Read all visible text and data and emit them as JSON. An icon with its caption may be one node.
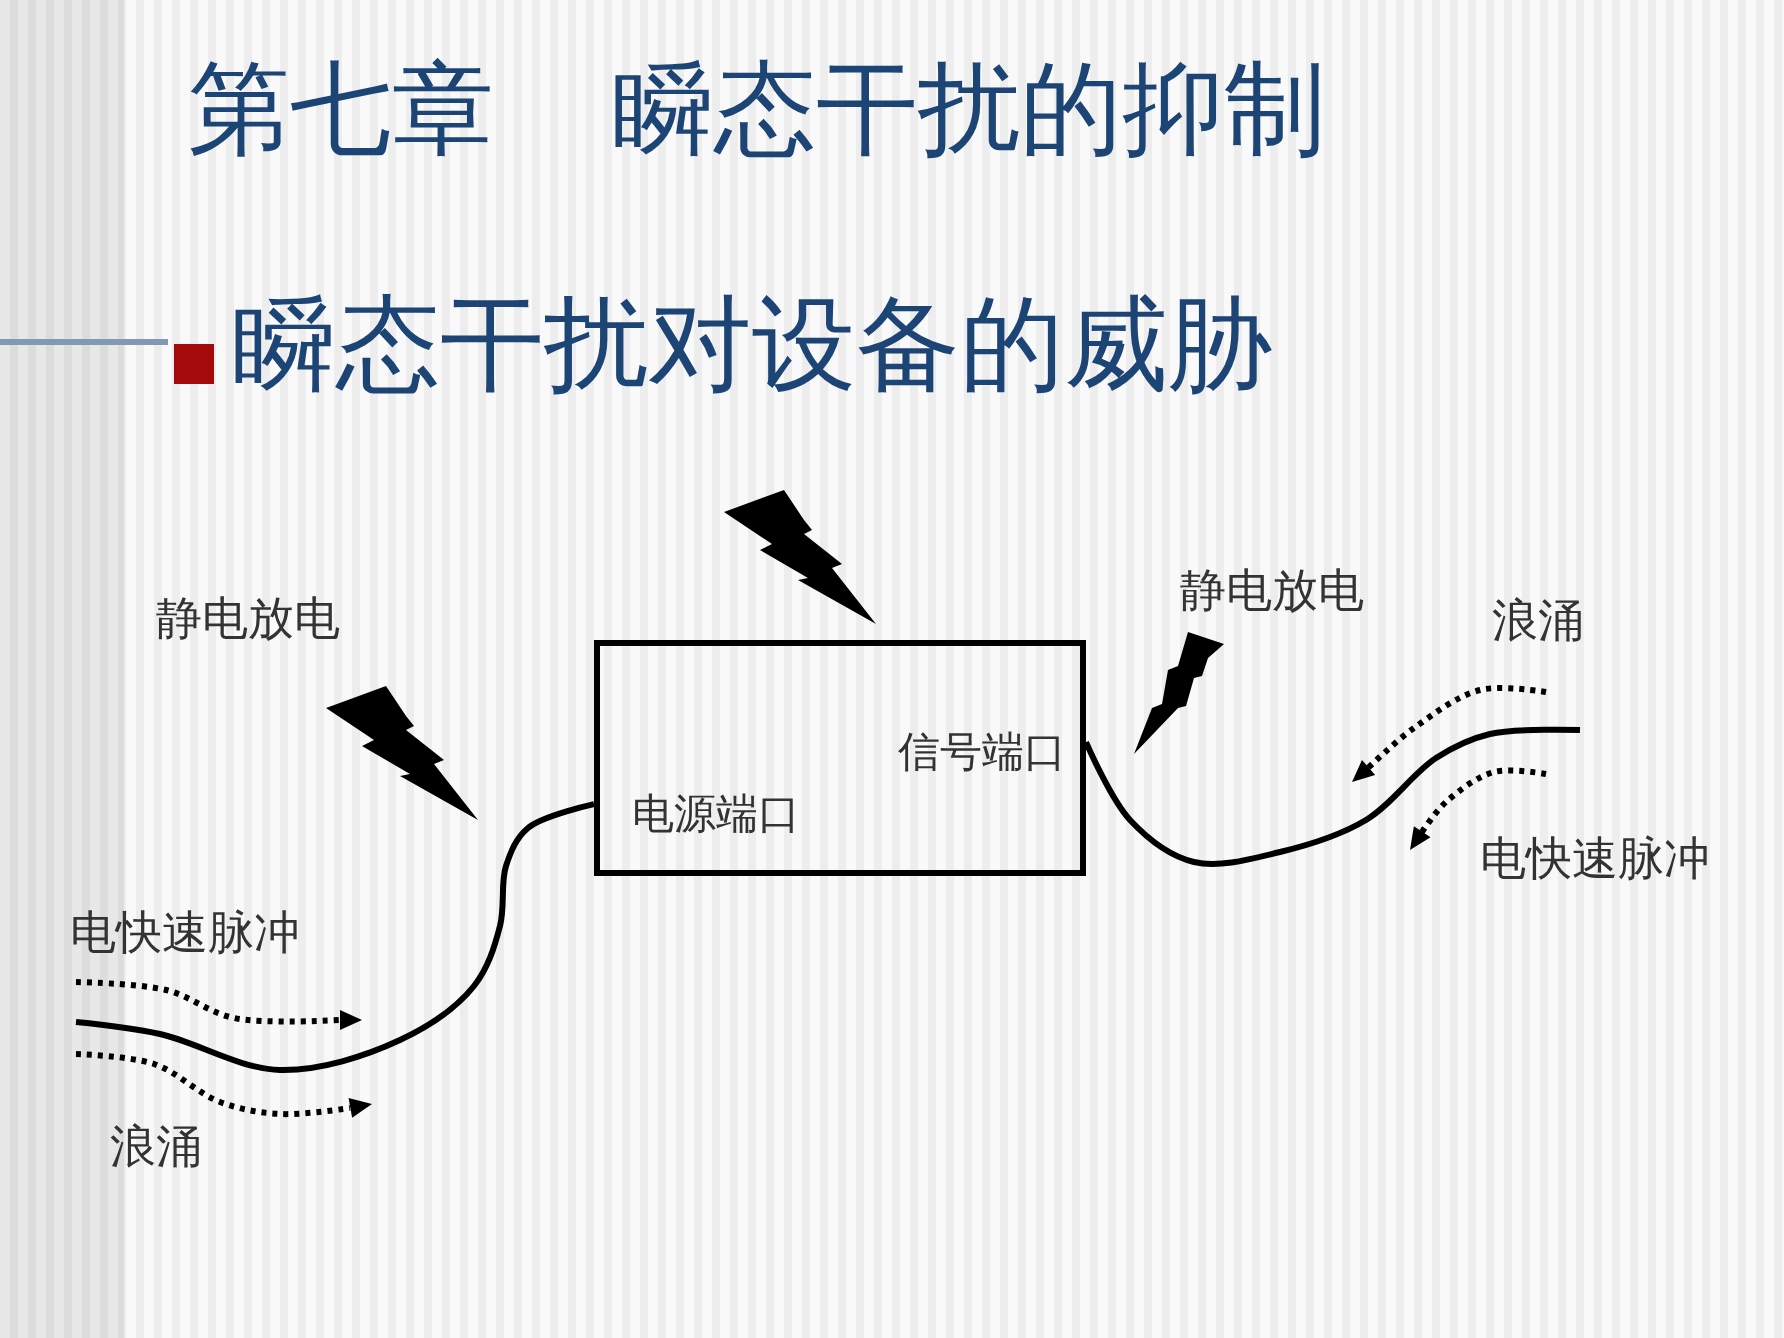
{
  "diagram": {
    "title": "第七章 瞬态干扰的抑制",
    "nodes": [
      {
        "text": [],
        "shape": "box"
      },
      {
        "text": [
          "电源端口"
        ],
        "in": 0
      },
      {
        "text": [
          "信号端口"
        ],
        "in": 0
      }
    ],
    "edges": [
      {
        "from": null,
        "to": 1,
        "arrow": "none"
      },
      {
        "from": 2,
        "to": null,
        "arrow": "none"
      }
    ],
    "labels": [
      "瞬态干扰对设备的威胁",
      "静电放电",
      "静电放电",
      "浪涌",
      "电快速脉冲",
      "电快速脉冲",
      "浪涌"
    ]
  }
}
